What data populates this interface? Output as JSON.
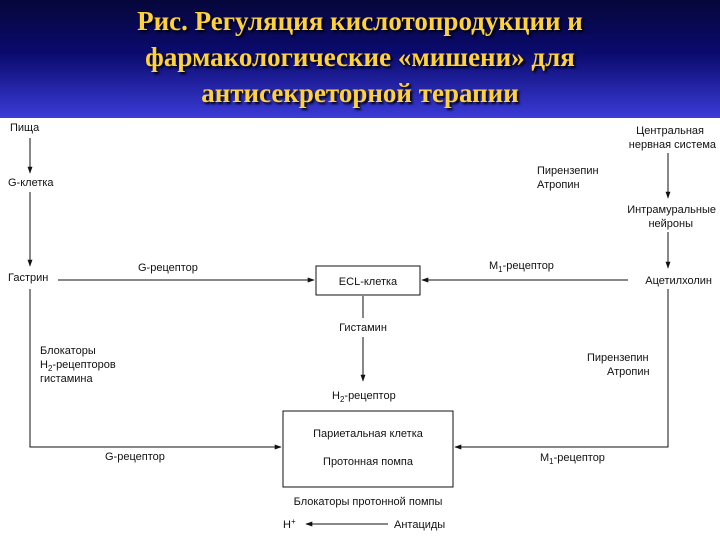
{
  "title": {
    "line1": "Рис. Регуляция кислотопродукции и",
    "line2": "фармакологические «мишени» для",
    "line3": "антисекреторной терапии"
  },
  "diagram": {
    "food": "Пища",
    "g_cell": "G-клетка",
    "gastrin": "Гастрин",
    "g_receptor_top": "G-рецептор",
    "ecl_cell": "ECL-клетка",
    "m1_receptor_top_prefix": "M",
    "m1_receptor_top_sub": "1",
    "m1_receptor_top_suffix": "-рецептор",
    "acetylcholine": "Ацетилхолин",
    "cns_line1": "Центральная",
    "cns_line2": "нервная система",
    "pirenzepine_top": "Пирензепин",
    "atropine_top": "Атропин",
    "intramural_line1": "Интрамуральные",
    "intramural_line2": "нейроны",
    "histamine": "Гистамин",
    "h2_blockers_line1": "Блокаторы",
    "h2_blockers_line2_prefix": "H",
    "h2_blockers_line2_sub": "2",
    "h2_blockers_line2_suffix": "-рецепторов",
    "h2_blockers_line3": "гистамина",
    "h2_receptor_prefix": "H",
    "h2_receptor_sub": "2",
    "h2_receptor_suffix": "-рецептор",
    "pirenzepine_bottom": "Пирензепин",
    "atropine_bottom": "Атропин",
    "parietal_cell": "Париетальная клетка",
    "proton_pump": "Протонная помпа",
    "g_receptor_bottom": "G-рецептор",
    "m1_receptor_bottom_prefix": "M",
    "m1_receptor_bottom_sub": "1",
    "m1_receptor_bottom_suffix": "-рецептор",
    "ppi": "Блокаторы протонной помпы",
    "h_plus_base": "H",
    "h_plus_sup": "+",
    "antacids": "Антациды"
  }
}
